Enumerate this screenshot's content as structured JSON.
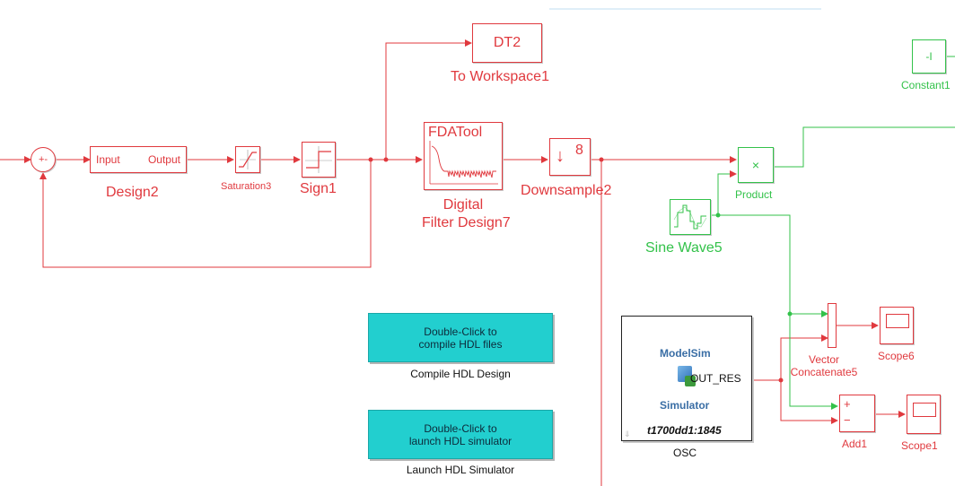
{
  "colors": {
    "wire_red": "#e0393e",
    "wire_green": "#33c24a",
    "button_fill": "#22cfcf",
    "text_black": "#111111"
  },
  "blocks": {
    "sum": {
      "name": "",
      "glyph": "+-"
    },
    "design2": {
      "name": "Design2",
      "in_port": "Input",
      "out_port": "Output"
    },
    "saturation3": {
      "name": "Saturation3"
    },
    "sign1": {
      "name": "Sign1"
    },
    "dt2": {
      "text": "DT2",
      "name": "To Workspace1"
    },
    "filter": {
      "title": "FDATool",
      "name_line1": "Digital",
      "name_line2": "Filter Design7"
    },
    "downsample2": {
      "arrow": "↓",
      "factor": "8",
      "name": "Downsample2"
    },
    "product": {
      "glyph": "×",
      "name": "Product"
    },
    "sine_wave5": {
      "name": "Sine Wave5"
    },
    "constant1": {
      "glyph": "-I",
      "name": "Constant1"
    },
    "osc": {
      "modelsim": "ModelSim",
      "port": "OUT_RES",
      "simulator": "Simulator",
      "host": "t1700dd1:1845",
      "name": "OSC"
    },
    "vector_concat5": {
      "name_line1": "Vector",
      "name_line2": "Concatenate5"
    },
    "scope6": {
      "name": "Scope6"
    },
    "add1": {
      "plus": "+",
      "minus": "−",
      "name": "Add1"
    },
    "scope1": {
      "name": "Scope1"
    }
  },
  "buttons": {
    "compile": {
      "line1": "Double-Click to",
      "line2": "compile HDL files",
      "caption": "Compile HDL Design"
    },
    "launch": {
      "line1": "Double-Click to",
      "line2": "launch HDL simulator",
      "caption": "Launch HDL Simulator"
    }
  }
}
